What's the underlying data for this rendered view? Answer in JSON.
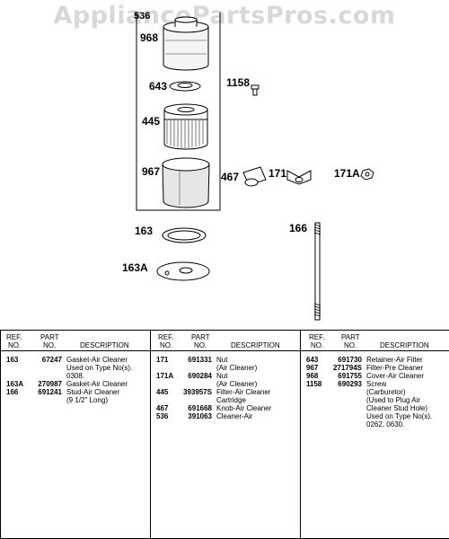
{
  "watermark": "AppliancePartsPros.com",
  "callouts": {
    "c536": "536",
    "c968": "968",
    "c643": "643",
    "c1158": "1158",
    "c445": "445",
    "c967": "967",
    "c467": "467",
    "c171": "171",
    "c171A": "171A",
    "c163": "163",
    "c166": "166",
    "c163A": "163A"
  },
  "table": {
    "headers": {
      "ref_line1": "REF.",
      "ref_line2": "NO.",
      "part_line1": "PART",
      "part_line2": "NO.",
      "description": "DESCRIPTION"
    },
    "columns": [
      [
        {
          "ref": "163",
          "part": "67247",
          "desc": [
            "Gasket-Air Cleaner",
            "Used on Type No(s).",
            "0308."
          ]
        },
        {
          "ref": "163A",
          "part": "270987",
          "desc": [
            "Gasket-Air Cleaner"
          ]
        },
        {
          "ref": "166",
          "part": "691241",
          "desc": [
            "Stud-Air Cleaner",
            "(9 1/2\" Long)"
          ]
        }
      ],
      [
        {
          "ref": "171",
          "part": "691331",
          "desc": [
            "Nut",
            "(Air Cleaner)"
          ]
        },
        {
          "ref": "171A",
          "part": "690284",
          "desc": [
            "Nut",
            "(Air Cleaner)"
          ]
        },
        {
          "ref": "445",
          "part": "393957S",
          "desc": [
            "Filter-Air Cleaner",
            "Cartridge"
          ]
        },
        {
          "ref": "467",
          "part": "691668",
          "desc": [
            "Knob-Air Cleaner"
          ]
        },
        {
          "ref": "536",
          "part": "391063",
          "desc": [
            "Cleaner-Air"
          ]
        }
      ],
      [
        {
          "ref": "643",
          "part": "691730",
          "desc": [
            "Retainer-Air Filter"
          ]
        },
        {
          "ref": "967",
          "part": "271794S",
          "desc": [
            "Filter-Pre Cleaner"
          ]
        },
        {
          "ref": "968",
          "part": "691755",
          "desc": [
            "Cover-Air Cleaner"
          ]
        },
        {
          "ref": "1158",
          "part": "690293",
          "desc": [
            "Screw",
            "(Carburetor)",
            "(Used to Plug Air",
            "Cleaner Stud Hole)",
            "Used on Type No(s).",
            "0262, 0630."
          ]
        }
      ]
    ]
  }
}
